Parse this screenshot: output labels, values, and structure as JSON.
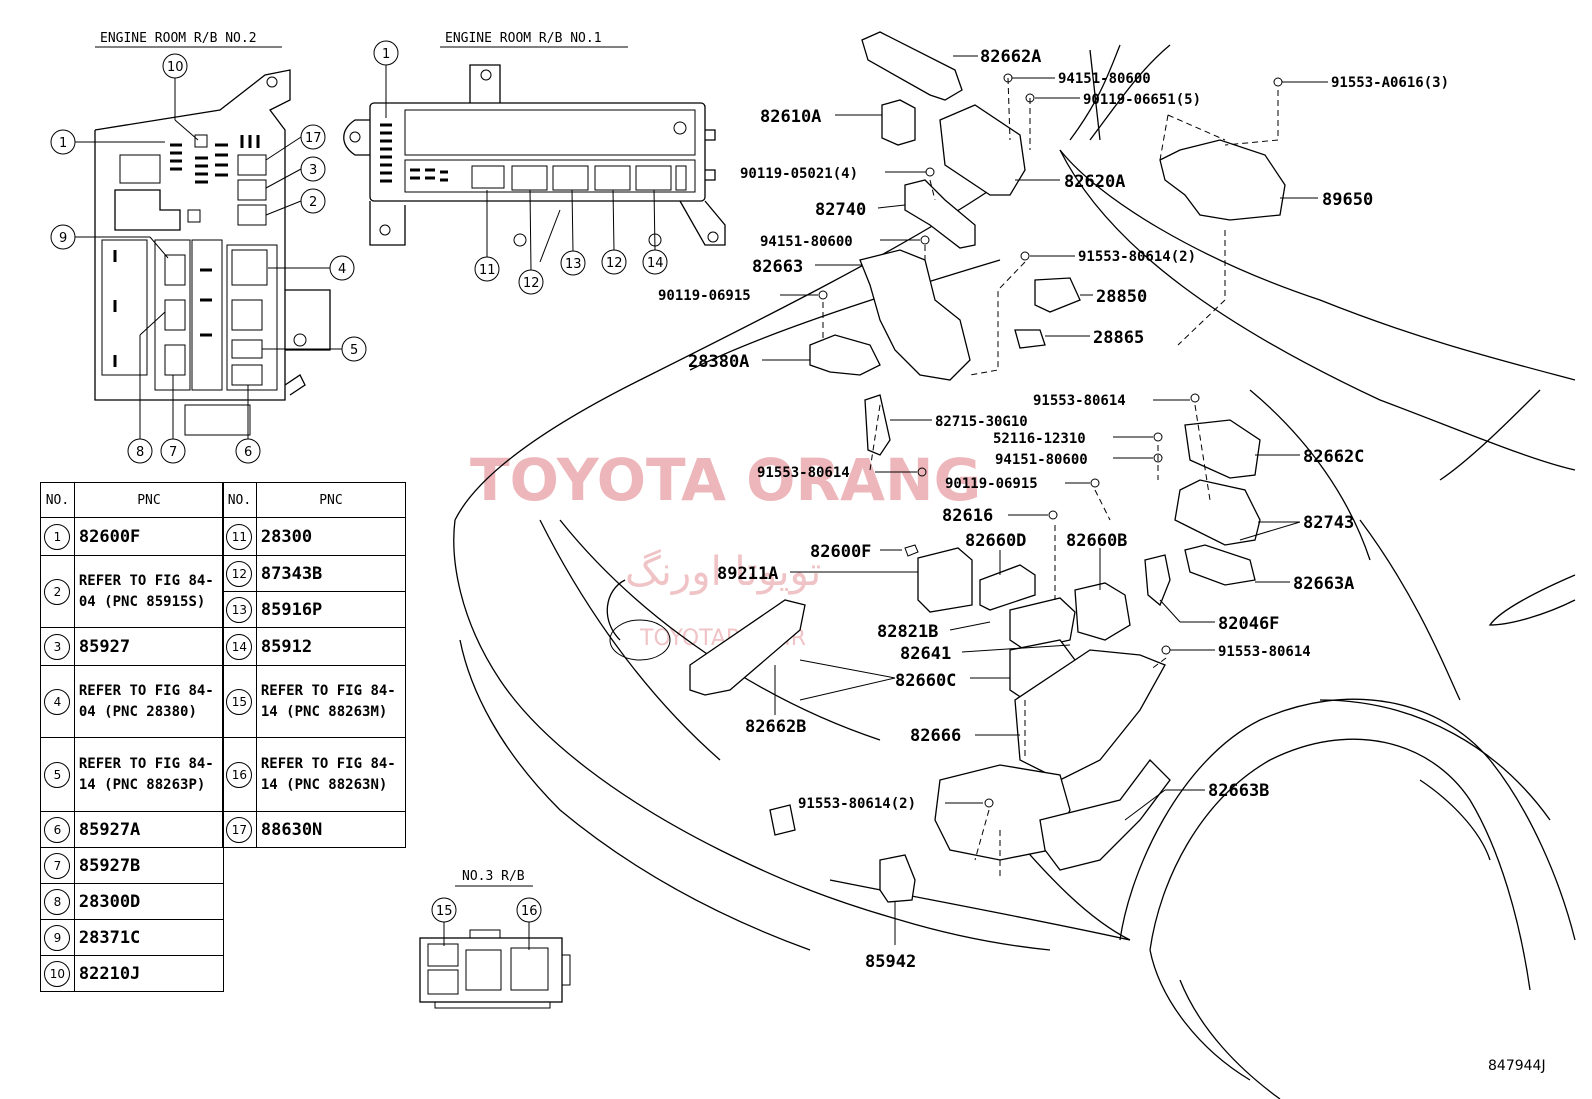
{
  "drawing_code": "847944J",
  "titles": {
    "rb2": "ENGINE ROOM R/B NO.2",
    "rb1": "ENGINE ROOM R/B NO.1",
    "rb3": "NO.3 R/B"
  },
  "watermark": {
    "main": "TOYOTA ORANG",
    "farsi": "تویوتا اورنگ",
    "site": "TOYOTAPART.IR"
  },
  "table": {
    "header_no": "NO.",
    "header_pnc": "PNC",
    "rows": [
      {
        "no": "1",
        "pnc": "82600F",
        "small": false
      },
      {
        "no": "2",
        "pnc": "REFER TO FIG 84-04 (PNC 85915S)",
        "small": true
      },
      {
        "no": "3",
        "pnc": "85927",
        "small": false
      },
      {
        "no": "4",
        "pnc": "REFER TO FIG 84-04 (PNC 28380)",
        "small": true
      },
      {
        "no": "5",
        "pnc": "REFER TO FIG 84-14 (PNC 88263P)",
        "small": true
      },
      {
        "no": "6",
        "pnc": "85927A",
        "small": false
      },
      {
        "no": "7",
        "pnc": "85927B",
        "small": false
      },
      {
        "no": "8",
        "pnc": "28300D",
        "small": false
      },
      {
        "no": "9",
        "pnc": "28371C",
        "small": false
      },
      {
        "no": "10",
        "pnc": "82210J",
        "small": false
      },
      {
        "no": "11",
        "pnc": "28300",
        "small": false
      },
      {
        "no": "12",
        "pnc": "87343B",
        "small": false
      },
      {
        "no": "13",
        "pnc": "85916P",
        "small": false
      },
      {
        "no": "14",
        "pnc": "85912",
        "small": false
      },
      {
        "no": "15",
        "pnc": "REFER TO FIG 84-14 (PNC 88263M)",
        "small": true
      },
      {
        "no": "16",
        "pnc": "REFER TO FIG 84-14 (PNC 88263N)",
        "small": true
      },
      {
        "no": "17",
        "pnc": "88630N",
        "small": false
      }
    ]
  },
  "callouts": {
    "c1": "1",
    "c2": "2",
    "c3": "3",
    "c4": "4",
    "c5": "5",
    "c6": "6",
    "c7": "7",
    "c8": "8",
    "c9": "9",
    "c10": "10",
    "c11": "11",
    "c12": "12",
    "c13": "13",
    "c14": "14",
    "c15": "15",
    "c16": "16",
    "c17": "17"
  },
  "parts": {
    "p82662A": "82662A",
    "p94151_80600_a": "94151-80600",
    "p90119_06651": "90119-06651(5)",
    "p91553_A0616": "91553-A0616(3)",
    "p82610A": "82610A",
    "p90119_05021": "90119-05021(4)",
    "p82620A": "82620A",
    "p89650": "89650",
    "p82740": "82740",
    "p94151_80600_b": "94151-80600",
    "p91553_80614_2a": "91553-80614(2)",
    "p82663": "82663",
    "p28850": "28850",
    "p90119_06915_a": "90119-06915",
    "p28865": "28865",
    "p28380A": "28380A",
    "p91553_80614_a": "91553-80614",
    "p82715": "82715-30G10",
    "p52116": "52116-12310",
    "p82662C": "82662C",
    "p94151_80600_c": "94151-80600",
    "p91553_80614_b": "91553-80614",
    "p90119_06915_b": "90119-06915",
    "p82743": "82743",
    "p82616": "82616",
    "p82660D": "82660D",
    "p82660B": "82660B",
    "p82600F": "82600F",
    "p89211A": "89211A",
    "p82663A": "82663A",
    "p82046F": "82046F",
    "p82821B": "82821B",
    "p82641": "82641",
    "p91553_80614_c": "91553-80614",
    "p82660C": "82660C",
    "p82662B": "82662B",
    "p82666": "82666",
    "p82663B": "82663B",
    "p91553_80614_2b": "91553-80614(2)",
    "p85942": "85942"
  }
}
